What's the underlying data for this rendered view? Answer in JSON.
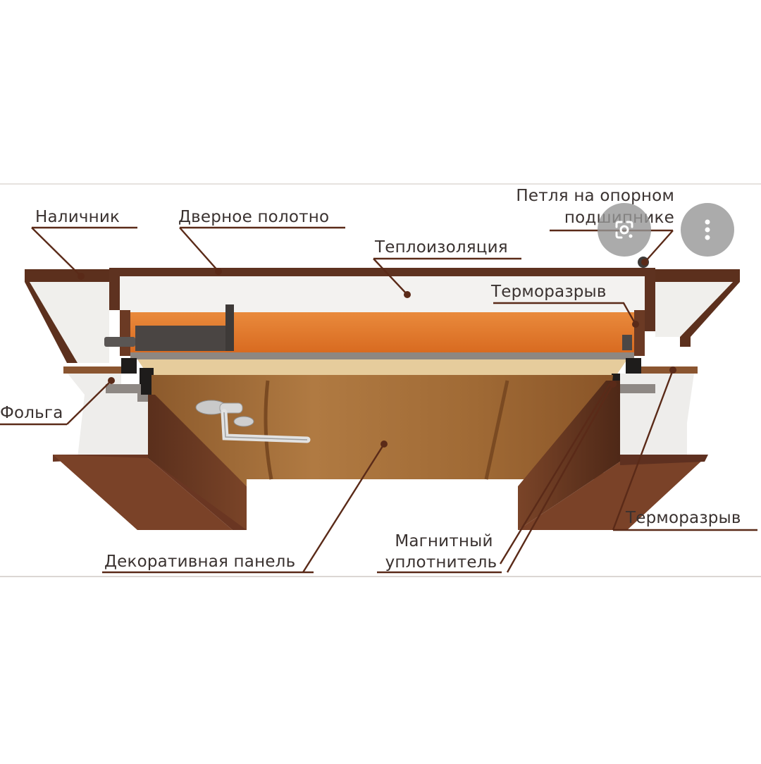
{
  "diagram": {
    "labels": {
      "nalichnik": "Наличник",
      "door_leaf": "Дверное полотно",
      "hinge_line1": "Петля на опорном",
      "hinge_line2": "подшипнике",
      "insulation": "Теплоизоляция",
      "thermal_break_top": "Терморазрыв",
      "foil": "Фольга",
      "thermal_break_bottom": "Терморазрыв",
      "magnetic_line1": "Магнитный",
      "magnetic_line2": "уплотнитель",
      "decor_panel": "Декоративная панель"
    },
    "colors": {
      "frame_brown": "#6b3a24",
      "frame_dark": "#4a2616",
      "insulation_white": "#f2f1ef",
      "orange_core": "#e0782c",
      "wood_panel": "#a5703a",
      "mdf_beige": "#e8cfa0",
      "leader_line": "#5a2a18"
    }
  },
  "overlay": {
    "lens_icon": "google-lens-icon",
    "more_icon": "more-vertical-icon"
  }
}
